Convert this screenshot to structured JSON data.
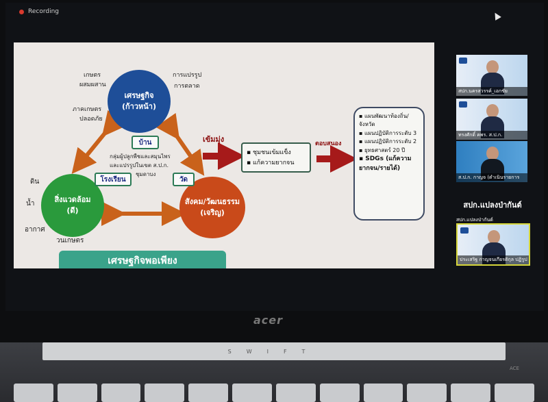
{
  "recording": {
    "label": "Recording"
  },
  "slide": {
    "econ": {
      "title": "เศรษฐกิจ",
      "sub": "(ก้าวหน้า)"
    },
    "env": {
      "title": "สิ่งแวดล้อม",
      "sub": "(ดี)"
    },
    "soc": {
      "title": "สังคม/วัฒนธรรม",
      "sub": "(เจริญ)"
    },
    "labels": {
      "l1": "เกษตร",
      "l2": "ผสมผสาน",
      "l3": "ภาคเกษตร",
      "l4": "ปลอดภัย",
      "l5": "การแปรรูป",
      "l6": "การตลาด",
      "l7": "ดิน",
      "l8": "น้ำ",
      "l9": "อากาศ",
      "l10": "วนเกษตร",
      "l11": "กลุ่มผู้ปลูกพืชและสมุนไพร",
      "l12": "และแปรรูปในเขต ส.ป.ก.",
      "l13": "ชุมดาบง"
    },
    "home": "บ้าน",
    "school": "โรงเรียน",
    "temple": "วัด",
    "strong_label": "เข้มมุ่ง",
    "respond_label": "ตอบสนอง",
    "mid": [
      "ชุมชนเข้มแข็ง",
      "แก้ความยากจน"
    ],
    "right": [
      "แผนพัฒนาท้องถิ่น/จังหวัด",
      "แผนปฏิบัติการระดับ 3",
      "แผนปฏิบัติการระดับ 2",
      "ยุทธศาสตร์ 20 ปี",
      "SDGs (แก้ความยากจน/รายได้)"
    ],
    "banner": "เศรษฐกิจพอเพียง"
  },
  "participants": [
    {
      "caption": "สปก.นครสวรรค์_เอกชัย"
    },
    {
      "caption": "ทรงศักดิ์ คพร. ส.ป.ก."
    },
    {
      "caption": "ส.ป.ก. กาญจ (ดำเนินรายการ"
    },
    {
      "caption": "สปก.แปลงป่ากันต์"
    }
  ],
  "panel_name": "สปก.แปลงป่ากันต์",
  "active_caption": "ประเสริฐ กาญจนเกียรติกุล ปฏิรูป",
  "laptop": {
    "brand": "acer",
    "model": "SWIFT",
    "speaker": "ACE"
  }
}
